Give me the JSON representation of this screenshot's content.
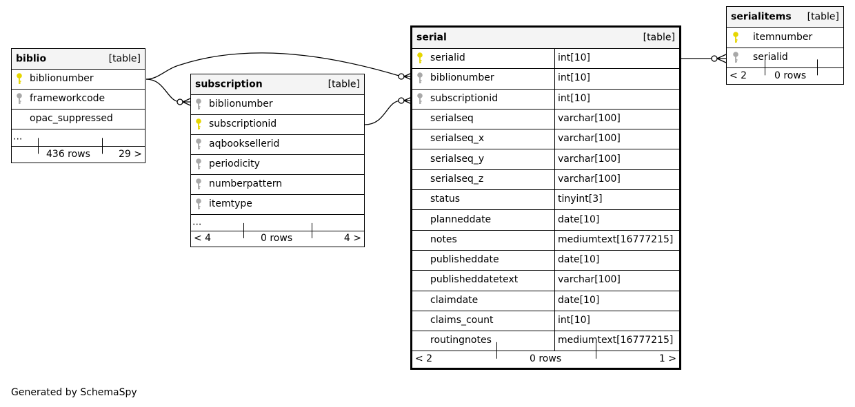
{
  "tables": {
    "biblio": {
      "name": "biblio",
      "kind": "[table]",
      "columns": [
        {
          "name": "biblionumber",
          "key": "primary"
        },
        {
          "name": "frameworkcode",
          "key": "index"
        },
        {
          "name": "opac_suppressed",
          "key": "none"
        }
      ],
      "more": "...",
      "footer": {
        "left": "",
        "center": "436 rows",
        "right": "29 >"
      }
    },
    "subscription": {
      "name": "subscription",
      "kind": "[table]",
      "columns": [
        {
          "name": "biblionumber",
          "key": "index"
        },
        {
          "name": "subscriptionid",
          "key": "primary"
        },
        {
          "name": "aqbooksellerid",
          "key": "index"
        },
        {
          "name": "periodicity",
          "key": "index"
        },
        {
          "name": "numberpattern",
          "key": "index"
        },
        {
          "name": "itemtype",
          "key": "index"
        }
      ],
      "more": "...",
      "footer": {
        "left": "< 4",
        "center": "0 rows",
        "right": "4 >"
      }
    },
    "serial": {
      "name": "serial",
      "kind": "[table]",
      "columns": [
        {
          "name": "serialid",
          "type": "int[10]",
          "key": "primary"
        },
        {
          "name": "biblionumber",
          "type": "int[10]",
          "key": "index"
        },
        {
          "name": "subscriptionid",
          "type": "int[10]",
          "key": "index"
        },
        {
          "name": "serialseq",
          "type": "varchar[100]",
          "key": "none"
        },
        {
          "name": "serialseq_x",
          "type": "varchar[100]",
          "key": "none"
        },
        {
          "name": "serialseq_y",
          "type": "varchar[100]",
          "key": "none"
        },
        {
          "name": "serialseq_z",
          "type": "varchar[100]",
          "key": "none"
        },
        {
          "name": "status",
          "type": "tinyint[3]",
          "key": "none"
        },
        {
          "name": "planneddate",
          "type": "date[10]",
          "key": "none"
        },
        {
          "name": "notes",
          "type": "mediumtext[16777215]",
          "key": "none"
        },
        {
          "name": "publisheddate",
          "type": "date[10]",
          "key": "none"
        },
        {
          "name": "publisheddatetext",
          "type": "varchar[100]",
          "key": "none"
        },
        {
          "name": "claimdate",
          "type": "date[10]",
          "key": "none"
        },
        {
          "name": "claims_count",
          "type": "int[10]",
          "key": "none"
        },
        {
          "name": "routingnotes",
          "type": "mediumtext[16777215]",
          "key": "none"
        }
      ],
      "footer": {
        "left": "< 2",
        "center": "0 rows",
        "right": "1 >"
      }
    },
    "serialitems": {
      "name": "serialitems",
      "kind": "[table]",
      "columns": [
        {
          "name": "itemnumber",
          "key": "primary"
        },
        {
          "name": "serialid",
          "key": "index"
        }
      ],
      "footer": {
        "left": "< 2",
        "center": "0 rows",
        "right": ""
      }
    }
  },
  "relationships": [
    {
      "from": "subscription.biblionumber",
      "to": "biblio.biblionumber"
    },
    {
      "from": "serial.biblionumber",
      "to": "biblio.biblionumber"
    },
    {
      "from": "serial.subscriptionid",
      "to": "subscription.subscriptionid"
    },
    {
      "from": "serialitems.serialid",
      "to": "serial.serialid"
    }
  ],
  "colors": {
    "primary_key": "#e6d600",
    "index_key": "#a8a8a8",
    "header_bg": "#f4f4f4"
  },
  "icons": {
    "primary": "key-icon",
    "index": "key-icon"
  },
  "generated_by": "Generated by SchemaSpy"
}
